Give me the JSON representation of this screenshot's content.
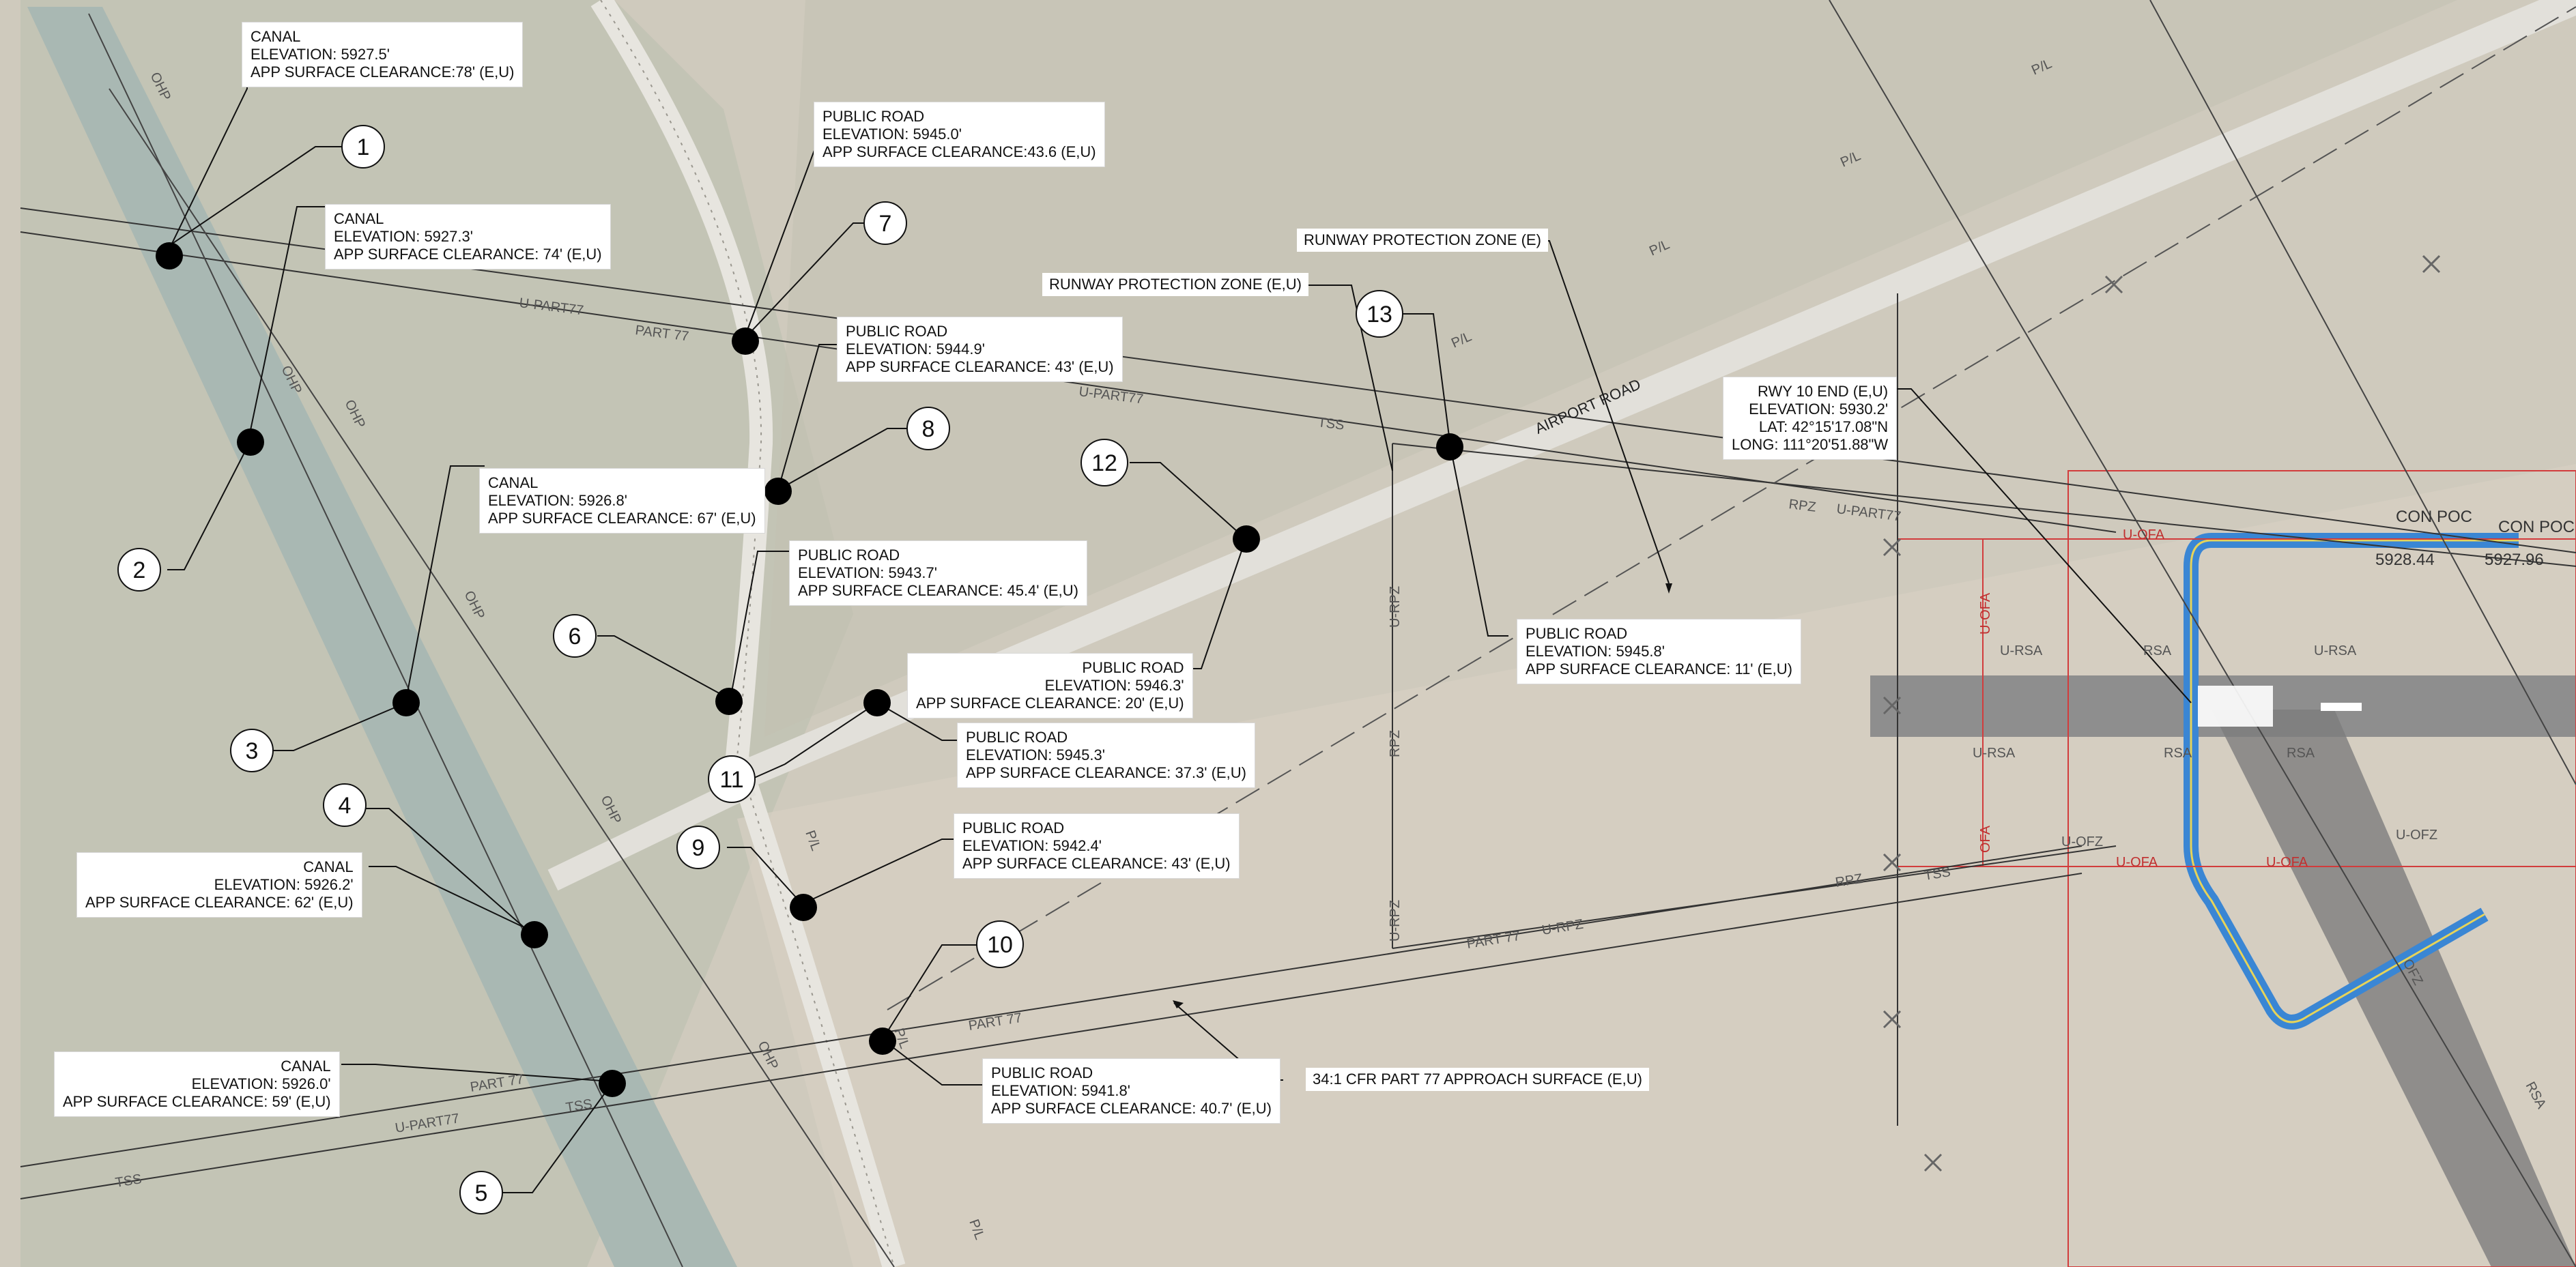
{
  "obstructions": [
    {
      "number": "1",
      "type": "CANAL",
      "elevation": "ELEVATION: 5927.5'",
      "clearance": "APP SURFACE CLEARANCE:78' (E,U)"
    },
    {
      "number": "2",
      "type": "CANAL",
      "elevation": "ELEVATION: 5927.3'",
      "clearance": "APP SURFACE CLEARANCE: 74' (E,U)"
    },
    {
      "number": "3",
      "type": "CANAL",
      "elevation": "ELEVATION: 5926.8'",
      "clearance": "APP SURFACE CLEARANCE: 67' (E,U)"
    },
    {
      "number": "4",
      "type": "CANAL",
      "elevation": "ELEVATION: 5926.2'",
      "clearance": "APP SURFACE CLEARANCE: 62' (E,U)"
    },
    {
      "number": "5",
      "type": "CANAL",
      "elevation": "ELEVATION: 5926.0'",
      "clearance": "APP SURFACE CLEARANCE: 59' (E,U)"
    },
    {
      "number": "6",
      "type": "PUBLIC ROAD",
      "elevation": "ELEVATION: 5943.7'",
      "clearance": "APP SURFACE CLEARANCE: 45.4' (E,U)"
    },
    {
      "number": "7",
      "type": "PUBLIC ROAD",
      "elevation": "ELEVATION: 5945.0'",
      "clearance": "APP SURFACE CLEARANCE:43.6 (E,U)"
    },
    {
      "number": "8",
      "type": "PUBLIC ROAD",
      "elevation": "ELEVATION: 5944.9'",
      "clearance": "APP SURFACE CLEARANCE: 43' (E,U)"
    },
    {
      "number": "9",
      "type": "PUBLIC ROAD",
      "elevation": "ELEVATION: 5942.4'",
      "clearance": "APP SURFACE CLEARANCE: 43' (E,U)"
    },
    {
      "number": "10",
      "type": "PUBLIC ROAD",
      "elevation": "ELEVATION: 5941.8'",
      "clearance": "APP SURFACE CLEARANCE: 40.7' (E,U)"
    },
    {
      "number": "11",
      "type": "PUBLIC ROAD",
      "elevation": "ELEVATION: 5945.3'",
      "clearance": "APP SURFACE CLEARANCE: 37.3' (E,U)"
    },
    {
      "number": "12",
      "type": "PUBLIC ROAD",
      "elevation": "ELEVATION: 5946.3'",
      "clearance": "APP SURFACE CLEARANCE: 20' (E,U)"
    },
    {
      "number": "13",
      "type": "PUBLIC ROAD",
      "elevation": "ELEVATION: 5945.8'",
      "clearance": "APP SURFACE CLEARANCE: 11' (E,U)"
    }
  ],
  "runway_end": {
    "title": "RWY 10 END (E,U)",
    "elevation": "ELEVATION: 5930.2'",
    "lat": "LAT: 42°15'17.08\"N",
    "long": "LONG: 111°20'51.88\"W"
  },
  "labels": {
    "rpz_e": "RUNWAY PROTECTION ZONE (E)",
    "rpz_eu": "RUNWAY PROTECTION ZONE (E,U)",
    "approach_surface": "34:1 CFR PART 77 APPROACH SURFACE (E,U)",
    "airport_road": "AIRPORT ROAD"
  },
  "line_tags": {
    "ohp": "OHP",
    "part77": "PART 77",
    "u_part77": "U-PART77",
    "tss": "TSS",
    "rpz": "RPZ",
    "u_rpz": "U-RPZ",
    "pl": "P/L",
    "rsa": "RSA",
    "u_rsa": "U-RSA",
    "ofa": "OFA",
    "u_ofa": "U-OFA",
    "u_ofz": "U-OFZ",
    "ofz": "OFZ",
    "con_poc": "CON POC",
    "elev_a": "5928.44",
    "elev_b": "5927.96"
  },
  "colors": {
    "aerial_base": "#c9c4b8",
    "canal": "#a9b8b3",
    "taxiway": "#3a86d4",
    "runway": "#8e8e8e",
    "limit_line": "#d23c3c",
    "marker": "#000000"
  }
}
